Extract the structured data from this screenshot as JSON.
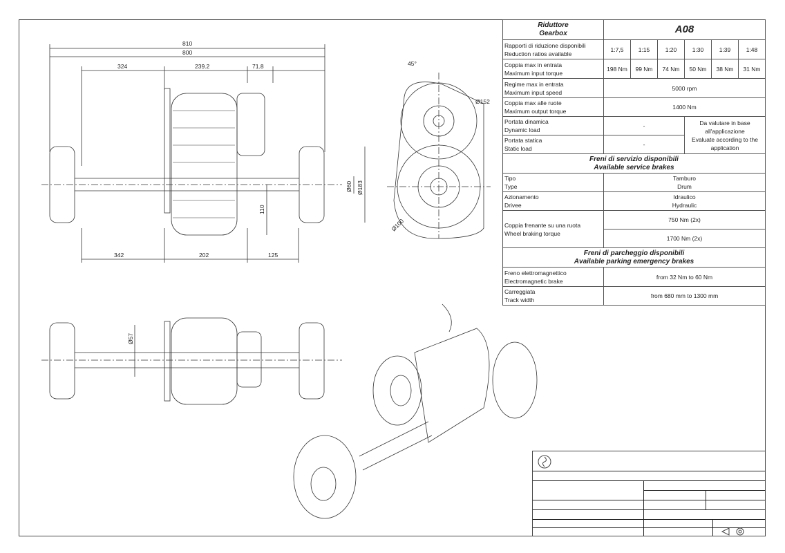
{
  "front_view": {
    "dims": {
      "overall_810": "810",
      "overall_800": "800",
      "left_324": "324",
      "mid_239": "239.2",
      "right_71": "71.8",
      "bottom_342": "342",
      "bottom_202": "202",
      "bottom_125": "125",
      "height_110": "110",
      "dia_60": "Ø60",
      "dia_183": "Ø183"
    }
  },
  "side_view": {
    "dims": {
      "angle": "45°",
      "dia_152": "Ø152",
      "dia_100": "Ø100"
    }
  },
  "top_view": {
    "dims": {
      "dia_57": "Ø57"
    }
  },
  "spec_table": {
    "header": {
      "label_it": "Riduttore",
      "label_en": "Gearbox",
      "model": "A08"
    },
    "ratios": {
      "label_it": "Rapporti di riduzione disponibili",
      "label_en": "Reduction ratios available",
      "values": [
        "1:7,5",
        "1:15",
        "1:20",
        "1:30",
        "1:39",
        "1:48"
      ]
    },
    "input_torque": {
      "label_it": "Coppia max in entrata",
      "label_en": "Maximum input torque",
      "values": [
        "198 Nm",
        "99 Nm",
        "74 Nm",
        "50 Nm",
        "38 Nm",
        "31 Nm"
      ]
    },
    "input_speed": {
      "label_it": "Regime max in entrata",
      "label_en": "Maximum input speed",
      "value": "5000 rpm"
    },
    "output_torque": {
      "label_it": "Coppia max alle ruote",
      "label_en": "Maximum output torque",
      "value": "1400 Nm"
    },
    "dynamic_load": {
      "label_it": "Portata dinamica",
      "label_en": "Dynamic load",
      "value": "-"
    },
    "static_load": {
      "label_it": "Portata statica",
      "label_en": "Static load",
      "value": "-"
    },
    "load_note": {
      "it_1": "Da valutare in base",
      "it_2": "all'applicazione",
      "en_1": "Evaluate according to the",
      "en_2": "application"
    },
    "service_brakes": {
      "title_it": "Freni di servizio disponibili",
      "title_en": "Available service brakes"
    },
    "type": {
      "label_it": "Tipo",
      "label_en": "Type",
      "value_it": "Tamburo",
      "value_en": "Drum"
    },
    "drive": {
      "label_it": "Azionamento",
      "label_en": "Drivee",
      "value_it": "Idraulico",
      "value_en": "Hydraulic"
    },
    "braking_torque": {
      "label_it": "Coppia frenante su una ruota",
      "label_en": "Wheel braking torque",
      "values": [
        "750 Nm (2x)",
        "1700 Nm (2x)"
      ]
    },
    "parking_brakes": {
      "title_it": "Freni di parcheggio disponibili",
      "title_en": "Available parking emergency brakes"
    },
    "em_brake": {
      "label_it": "Freno elettromagnettico",
      "label_en": "Electromagnetic brake",
      "value": "from 32 Nm to 60 Nm"
    },
    "track": {
      "label_it": "Carreggiata",
      "label_en": "Track width",
      "value": "from 680 mm to 1300 mm"
    }
  }
}
